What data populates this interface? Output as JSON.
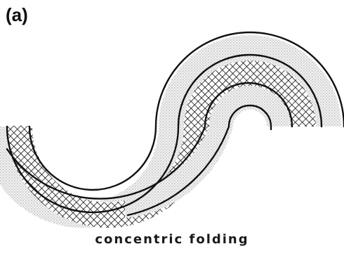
{
  "figure": {
    "label": "(a)",
    "caption": "concentric folding"
  },
  "layers": [
    {
      "name": "outer-dotted-layer",
      "pattern": "stipple"
    },
    {
      "name": "crosshatched-layer",
      "pattern": "crosshatch"
    },
    {
      "name": "inner-dotted-layer",
      "pattern": "stipple"
    }
  ],
  "colors": {
    "ink": "#111111",
    "background": "#ffffff"
  }
}
